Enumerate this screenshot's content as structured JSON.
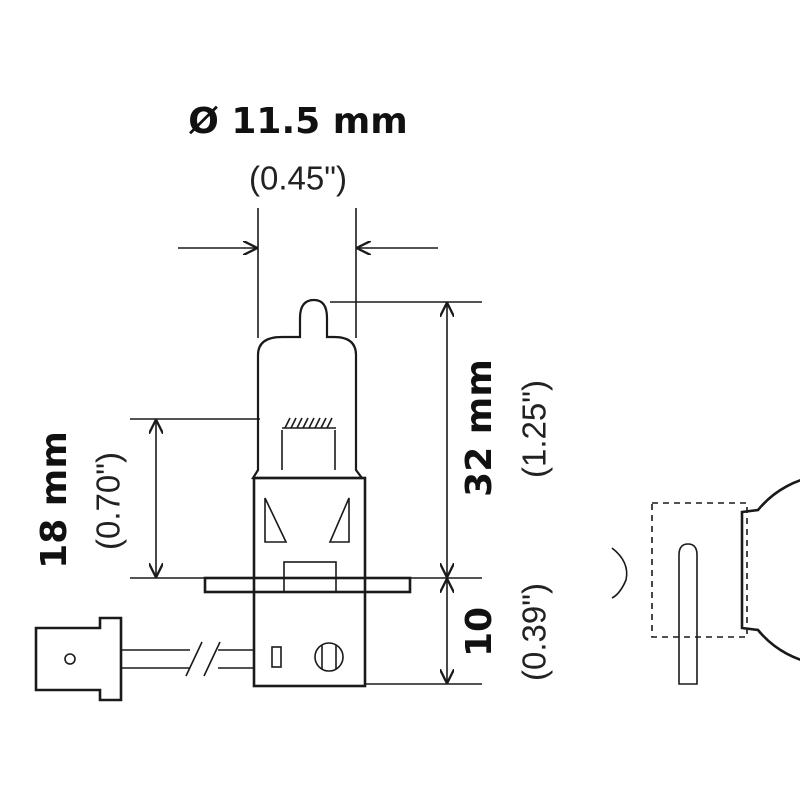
{
  "diameter": {
    "metric": "Ø 11.5 mm",
    "imperial": "(0.45\")"
  },
  "height_total": {
    "metric": "32 mm",
    "imperial": "(1.25\")"
  },
  "height_filament": {
    "metric": "18 mm",
    "imperial": "(0.70\")"
  },
  "height_base": {
    "metric": "10",
    "imperial": "(0.39\")"
  },
  "colors": {
    "stroke": "#1a1a1a",
    "text": "#111111",
    "background": "#ffffff"
  }
}
